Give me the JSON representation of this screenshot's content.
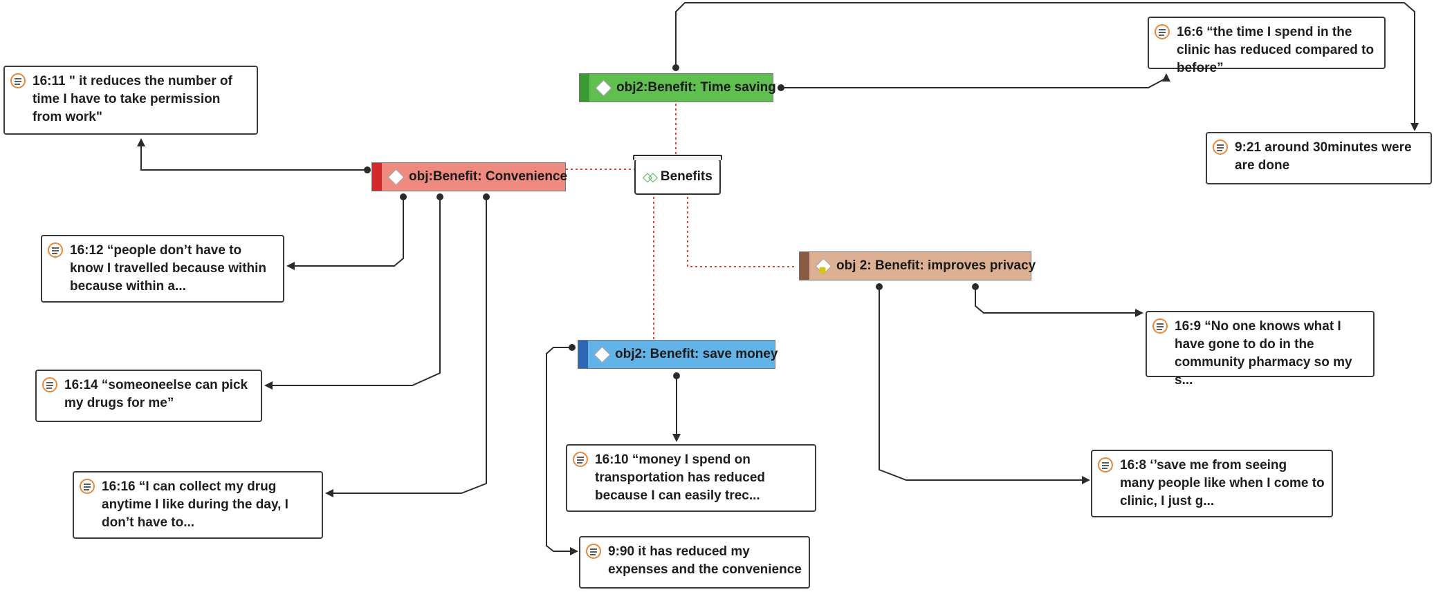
{
  "group": {
    "label": "Benefits",
    "icon": "group-icon"
  },
  "codes": {
    "time": {
      "label": "obj2:Benefit: Time saving",
      "color": "#5fbf4f",
      "bar": "#3c9a33"
    },
    "conv": {
      "label": "obj:Benefit: Convenience",
      "color": "#ef8a80",
      "bar": "#d22a2a"
    },
    "money": {
      "label": "obj2: Benefit: save money",
      "color": "#62b4e8",
      "bar": "#2f65b5"
    },
    "priv": {
      "label": "obj 2: Benefit: improves privacy",
      "color": "#ddb094",
      "bar": "#8a5a45"
    }
  },
  "quotes": {
    "q1611": {
      "text": "16:11 \" it reduces the number of time I have to take permission from work\""
    },
    "q166": {
      "text": "16:6 “the time I spend in the clinic has reduced compared to before”"
    },
    "q921": {
      "text": "9:21 around 30minutes were are done"
    },
    "q1612": {
      "text": "16:12 “people don’t have to know I travelled because within because within a..."
    },
    "q1614": {
      "text": "16:14 “someoneelse can pick my drugs for me”"
    },
    "q1616": {
      "text": "16:16 “I can collect my drug anytime I like during the day, I don’t have to..."
    },
    "q1610": {
      "text": "16:10 “money I spend on transportation has reduced because I can easily trec..."
    },
    "q990": {
      "text": "9:90 it has reduced my expenses and the convenience"
    },
    "q169": {
      "text": "16:9 “No one knows what I have gone to do in the community pharmacy so my s..."
    },
    "q168": {
      "text": "16:8 ‘’save me from seeing many people like when I come to clinic, I just g..."
    }
  },
  "icons": {
    "quote": "quotation-icon",
    "code": "code-diamond-icon",
    "comment": "comment-marker-icon"
  },
  "colors": {
    "link": "#2b2b2b",
    "relation": "#e0453a"
  }
}
